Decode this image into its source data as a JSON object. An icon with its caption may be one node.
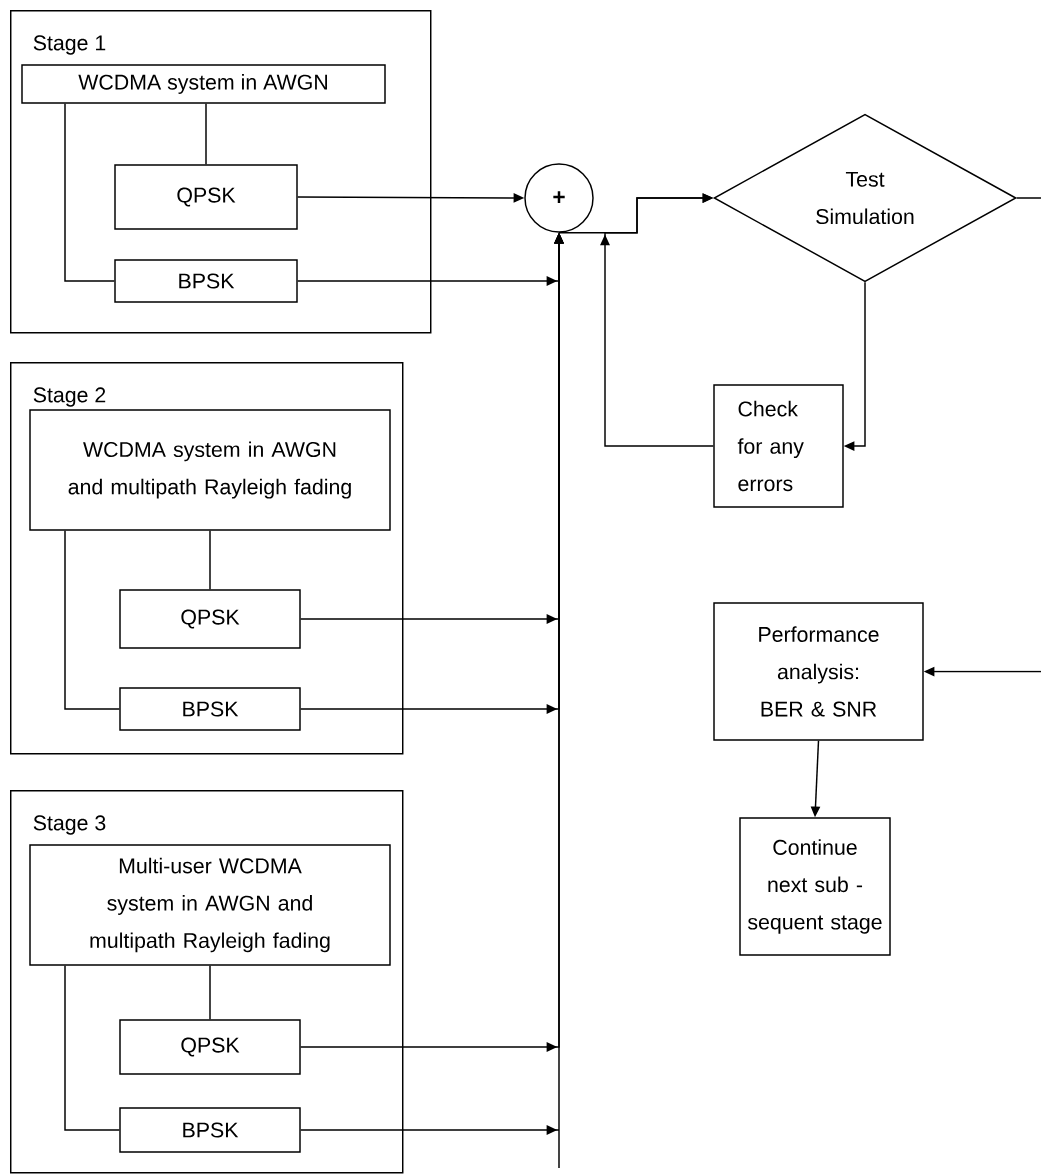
{
  "diagram": {
    "nodes": [
      {
        "text": [
          "Stage 1"
        ]
      },
      {
        "text": [
          "WCDMA system in AWGN"
        ],
        "in": 0
      },
      {
        "text": [
          "QPSK"
        ],
        "in": 0
      },
      {
        "text": [
          "BPSK"
        ],
        "in": 0
      },
      {
        "text": [
          "Stage 2"
        ]
      },
      {
        "text": [
          "WCDMA system in AWGN and multipath Rayleigh fading"
        ],
        "in": 4
      },
      {
        "text": [
          "QPSK"
        ],
        "in": 4
      },
      {
        "text": [
          "BPSK"
        ],
        "in": 4
      },
      {
        "text": [
          "Stage 3"
        ]
      },
      {
        "text": [
          "Multi-user WCDMA system in AWGN and multipath Rayleigh fading"
        ],
        "in": 8
      },
      {
        "text": [
          "QPSK"
        ],
        "in": 8
      },
      {
        "text": [
          "BPSK"
        ],
        "in": 8
      },
      {
        "text": [
          "+"
        ]
      },
      {
        "text": [
          "Test Simulation"
        ]
      },
      {
        "text": [
          "Check for any errors"
        ]
      },
      {
        "text": [
          "Performance analysis: BER & SNR"
        ]
      },
      {
        "text": [
          "Continue next sub - sequent stage"
        ]
      }
    ],
    "edges": [
      {
        "from": 1,
        "to": 2,
        "arrow": "none"
      },
      {
        "from": 1,
        "to": 3,
        "arrow": "none"
      },
      {
        "from": 5,
        "to": 6,
        "arrow": "none"
      },
      {
        "from": 5,
        "to": 7,
        "arrow": "none"
      },
      {
        "from": 9,
        "to": 10,
        "arrow": "none"
      },
      {
        "from": 9,
        "to": 11,
        "arrow": "none"
      },
      {
        "from": 2,
        "to": 12,
        "arrow": "to"
      },
      {
        "from": 3,
        "to": 12,
        "arrow": "to"
      },
      {
        "from": 6,
        "to": 12,
        "arrow": "to"
      },
      {
        "from": 7,
        "to": 12,
        "arrow": "to"
      },
      {
        "from": 10,
        "to": 12,
        "arrow": "to"
      },
      {
        "from": 11,
        "to": 12,
        "arrow": "to"
      },
      {
        "from": 12,
        "to": 13,
        "arrow": "to"
      },
      {
        "from": 13,
        "to": 14,
        "arrow": "to"
      },
      {
        "from": 14,
        "to": 13,
        "arrow": "to"
      },
      {
        "from": 13,
        "to": null,
        "arrow": "none"
      },
      {
        "from": null,
        "to": 15,
        "arrow": "to"
      },
      {
        "from": 15,
        "to": 16,
        "arrow": "to"
      }
    ]
  }
}
